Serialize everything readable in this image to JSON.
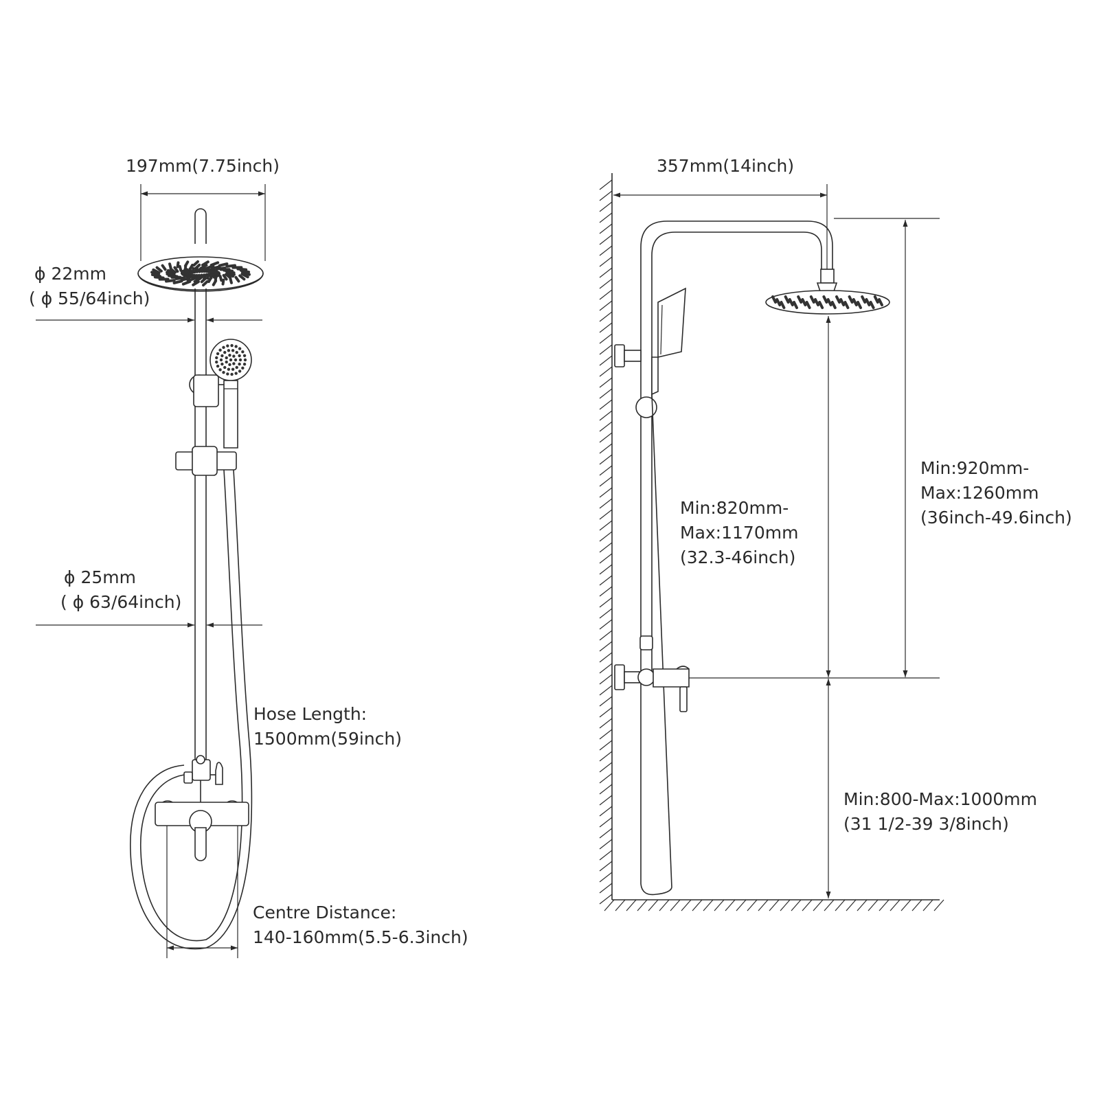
{
  "left_view": {
    "head_width": "197mm(7.75inch)",
    "arm_diameter": [
      "ϕ 22mm",
      "( ϕ 55/64inch)"
    ],
    "pipe_diameter": [
      "ϕ 25mm",
      "( ϕ 63/64inch)"
    ],
    "hose_length": [
      "Hose Length:",
      "1500mm(59inch)"
    ],
    "centre_distance": [
      "Centre Distance:",
      "140-160mm(5.5-6.3inch)"
    ]
  },
  "right_view": {
    "arm_projection": "357mm(14inch)",
    "pipe_height": [
      "Min:820mm-",
      "Max:1170mm",
      "(32.3-46inch)"
    ],
    "total_height": [
      "Min:920mm-",
      "Max:1260mm",
      "(36inch-49.6inch)"
    ],
    "valve_height": [
      "Min:800-Max:1000mm",
      "(31 1/2-39 3/8inch)"
    ]
  },
  "colors": {
    "line": "#2a2a2a",
    "background": "#ffffff"
  }
}
